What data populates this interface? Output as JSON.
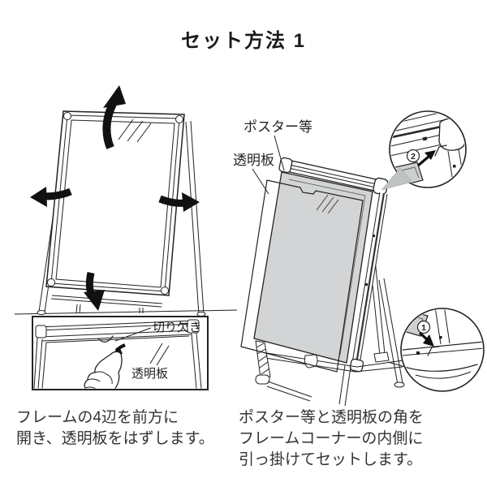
{
  "title": "セット方法 1",
  "left_figure": {
    "inset_labels": {
      "notch": "切り欠き",
      "clear_plate": "透明板"
    },
    "caption_line1": "フレームの4辺を前方に",
    "caption_line2": "開き、透明板をはずします。"
  },
  "right_figure": {
    "labels": {
      "poster": "ポスター等",
      "clear_plate": "透明板"
    },
    "callouts": {
      "top_number": "2",
      "bottom_number": "1"
    },
    "caption_line1": "ポスター等と透明板の角を",
    "caption_line2": "フレームコーナーの内側に",
    "caption_line3": "引っ掛けてセットします。"
  },
  "colors": {
    "line": "#222222",
    "plate_gray": "#d2d4d5",
    "arrow_black": "#111111",
    "text": "#333333"
  }
}
